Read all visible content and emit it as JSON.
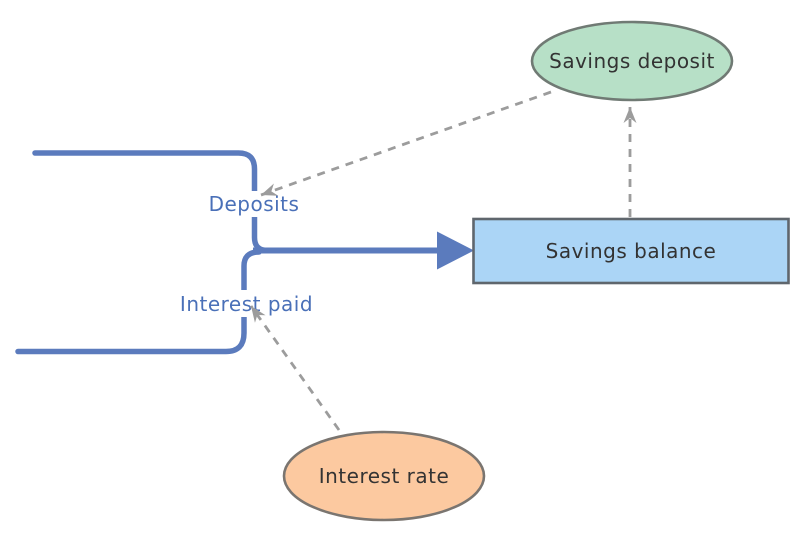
{
  "diagram": {
    "type": "stock-and-flow",
    "background": "#ffffff",
    "colors": {
      "pipe": "#5b7bbd",
      "flow_label": "#4a70b8",
      "connector": "#9c9c9c",
      "node_text": "#333333"
    },
    "stock": {
      "label": "Savings balance",
      "fill": "#abd5f6",
      "border": "#5f666d"
    },
    "auxiliaries": {
      "savings_deposit": {
        "label": "Savings deposit",
        "fill": "#b7e0c7",
        "border": "#707a74"
      },
      "interest_rate": {
        "label": "Interest rate",
        "fill": "#fcc9a0",
        "border": "#7a7570"
      }
    },
    "flows": {
      "deposits": {
        "label": "Deposits",
        "flows_into": "Savings balance"
      },
      "interest_paid": {
        "label": "Interest paid",
        "flows_into": "Savings balance"
      }
    },
    "connectors": [
      {
        "from": "Savings deposit",
        "to": "Deposits"
      },
      {
        "from": "Savings balance",
        "to": "Savings deposit"
      },
      {
        "from": "Interest rate",
        "to": "Interest paid"
      }
    ]
  }
}
